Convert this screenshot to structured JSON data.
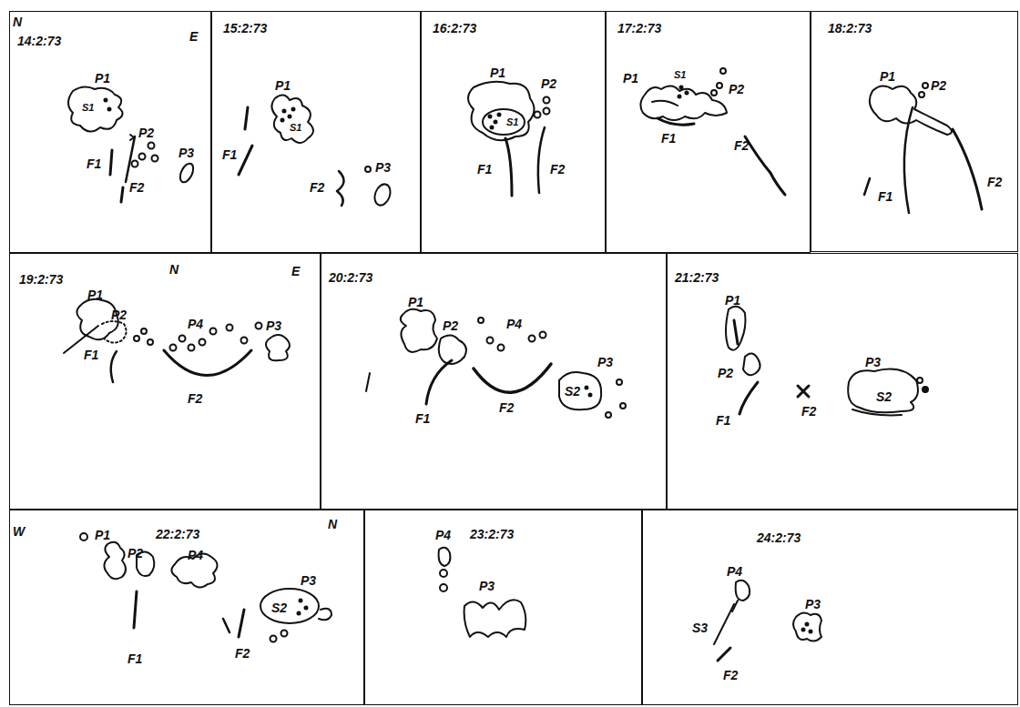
{
  "diagram": {
    "nodes": [
      {
        "text": [
          "14:2:73"
        ]
      },
      {
        "text": [
          "15:2:73"
        ]
      },
      {
        "text": [
          "16:2:73"
        ]
      },
      {
        "text": [
          "17:2:73"
        ]
      },
      {
        "text": [
          "18:2:73"
        ]
      },
      {
        "text": [
          "19:2:73"
        ]
      },
      {
        "text": [
          "20:2:73"
        ]
      },
      {
        "text": [
          "21:2:73"
        ]
      },
      {
        "text": [
          "22:2:73"
        ]
      },
      {
        "text": [
          "23:2:73"
        ]
      },
      {
        "text": [
          "24:2:73"
        ]
      }
    ],
    "labels": [
      "N",
      "E",
      "P1",
      "S1",
      "P2",
      "P3",
      "F1",
      "F2",
      "P1",
      "S1",
      "F1",
      "F2",
      "P3",
      "P1",
      "S1",
      "P2",
      "F1",
      "F2",
      "P1",
      "S1",
      "P2",
      "F1",
      "F2",
      "P1",
      "P2",
      "F1",
      "F2",
      "N",
      "E",
      "P1",
      "P2",
      "P4",
      "P3",
      "F1",
      "F2",
      "P1",
      "P2",
      "P4",
      "P3",
      "S2",
      "F1",
      "F2",
      "P1",
      "P2",
      "P3",
      "S2",
      "F1",
      "F2",
      "W",
      "N",
      "P1",
      "P2",
      "P4",
      "P3",
      "S2",
      "F1",
      "F2",
      "P4",
      "P3",
      "P4",
      "S3",
      "P3",
      "F2"
    ]
  }
}
